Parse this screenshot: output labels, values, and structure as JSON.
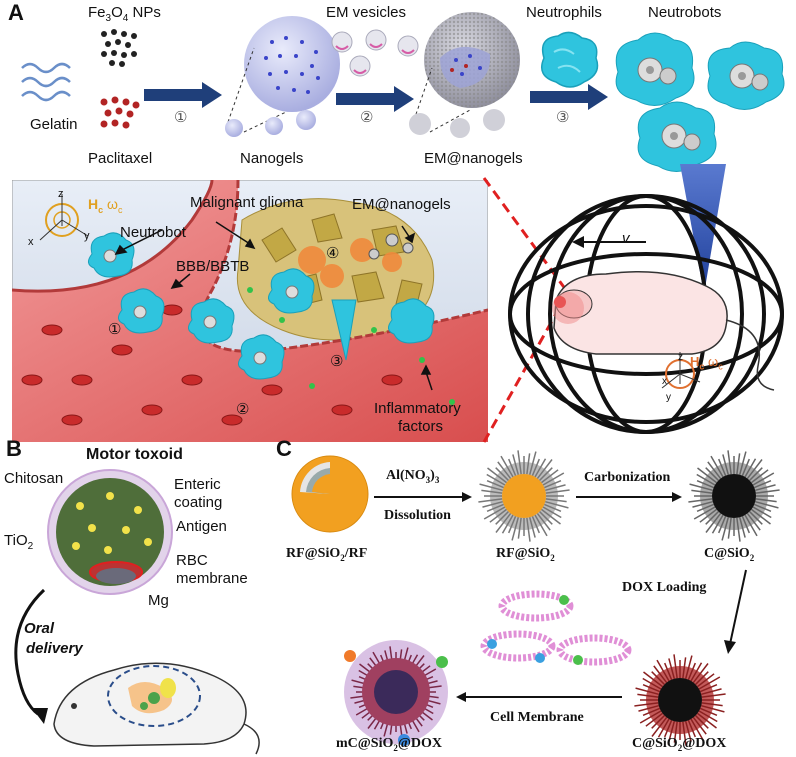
{
  "panel_a": {
    "letter": "A",
    "fe3o4_label": "Fe3O4 NPs",
    "gelatin_label": "Gelatin",
    "paclitaxel_label": "Paclitaxel",
    "nanogels_label": "Nanogels",
    "em_vesicles_label": "EM vesicles",
    "em_nanogels_label": "EM@nanogels",
    "neutrophils_label": "Neutrophils",
    "neutrobots_label": "Neutrobots",
    "step1": "①",
    "step2": "②",
    "step3": "③",
    "field_label": "H",
    "field_sub": "c",
    "omega_label": "ω",
    "malignant_glioma": "Malignant glioma",
    "neutrobot": "Neutrobot",
    "bbb": "BBB/BBTB",
    "em_nanogels_inner": "EM@nanogels",
    "inflammatory": "Inflammatory",
    "factors": "factors",
    "circle1": "①",
    "circle2": "②",
    "circle3": "③",
    "circle4": "④",
    "velocity": "v",
    "axis_x": "x",
    "axis_y": "y",
    "axis_z": "z"
  },
  "panel_b": {
    "letter": "B",
    "title": "Motor toxoid",
    "chitosan": "Chitosan",
    "enteric1": "Enteric",
    "enteric2": "coating",
    "antigen": "Antigen",
    "tio2": "TiO2",
    "rbc1": "RBC",
    "rbc2": "membrane",
    "mg": "Mg",
    "oral1": "Oral",
    "oral2": "delivery"
  },
  "panel_c": {
    "letter": "C",
    "rf_sio2_rf": "RF@SiO2/RF",
    "al_no3": "Al(NO3)3",
    "dissolution": "Dissolution",
    "rf_sio2": "RF@SiO2",
    "carbonization": "Carbonization",
    "c_sio2": "C@SiO2",
    "dox_loading": "DOX Loading",
    "cell_membrane": "Cell Membrane",
    "c_sio2_dox": "C@SiO2@DOX",
    "mc_sio2_dox": "mC@SiO2@DOX"
  },
  "colors": {
    "cyan_cell": "#2fc4de",
    "arrow_navy": "#1f3f7a",
    "vessel_red": "#e05a5a",
    "orange_core": "#f2a020",
    "purple_halo": "#c9a6d8"
  }
}
